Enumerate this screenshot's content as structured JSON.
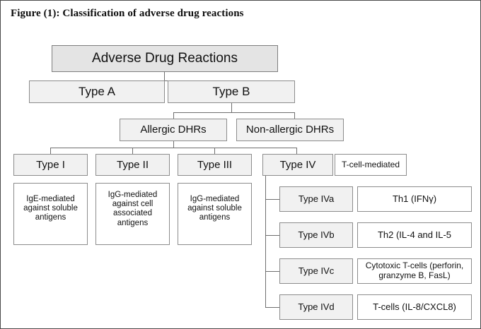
{
  "figure": {
    "title": "Figure (1): Classification of adverse drug reactions"
  },
  "colors": {
    "box_fill_dark": "#e4e4e4",
    "box_fill_light": "#f1f1f1",
    "box_fill_white": "#ffffff",
    "border": "#8a8a8a",
    "line": "#6e6e6e",
    "text": "#111111"
  },
  "diagram": {
    "root": {
      "label": "Adverse Drug Reactions"
    },
    "level2": [
      {
        "label": "Type A"
      },
      {
        "label": "Type B"
      }
    ],
    "level3": [
      {
        "label": "Allergic DHRs"
      },
      {
        "label": "Non-allergic DHRs"
      }
    ],
    "hypersensitivity_types": [
      {
        "label": "Type I",
        "description": "IgE-mediated against soluble antigens"
      },
      {
        "label": "Type II",
        "description": "IgG-mediated against cell associated antigens"
      },
      {
        "label": "Type III",
        "description": "IgG-mediated against soluble antigens"
      },
      {
        "label": "Type IV",
        "description": "T-cell-mediated"
      }
    ],
    "type_iv_subtypes": [
      {
        "label": "Type IVa",
        "mediator": "Th1 (IFNγ)"
      },
      {
        "label": "Type IVb",
        "mediator": "Th2 (IL-4 and IL-5"
      },
      {
        "label": "Type IVc",
        "mediator": "Cytotoxic T-cells (perforin, granzyme B, FasL)"
      },
      {
        "label": "Type IVd",
        "mediator": "T-cells (IL-8/CXCL8)"
      }
    ]
  }
}
